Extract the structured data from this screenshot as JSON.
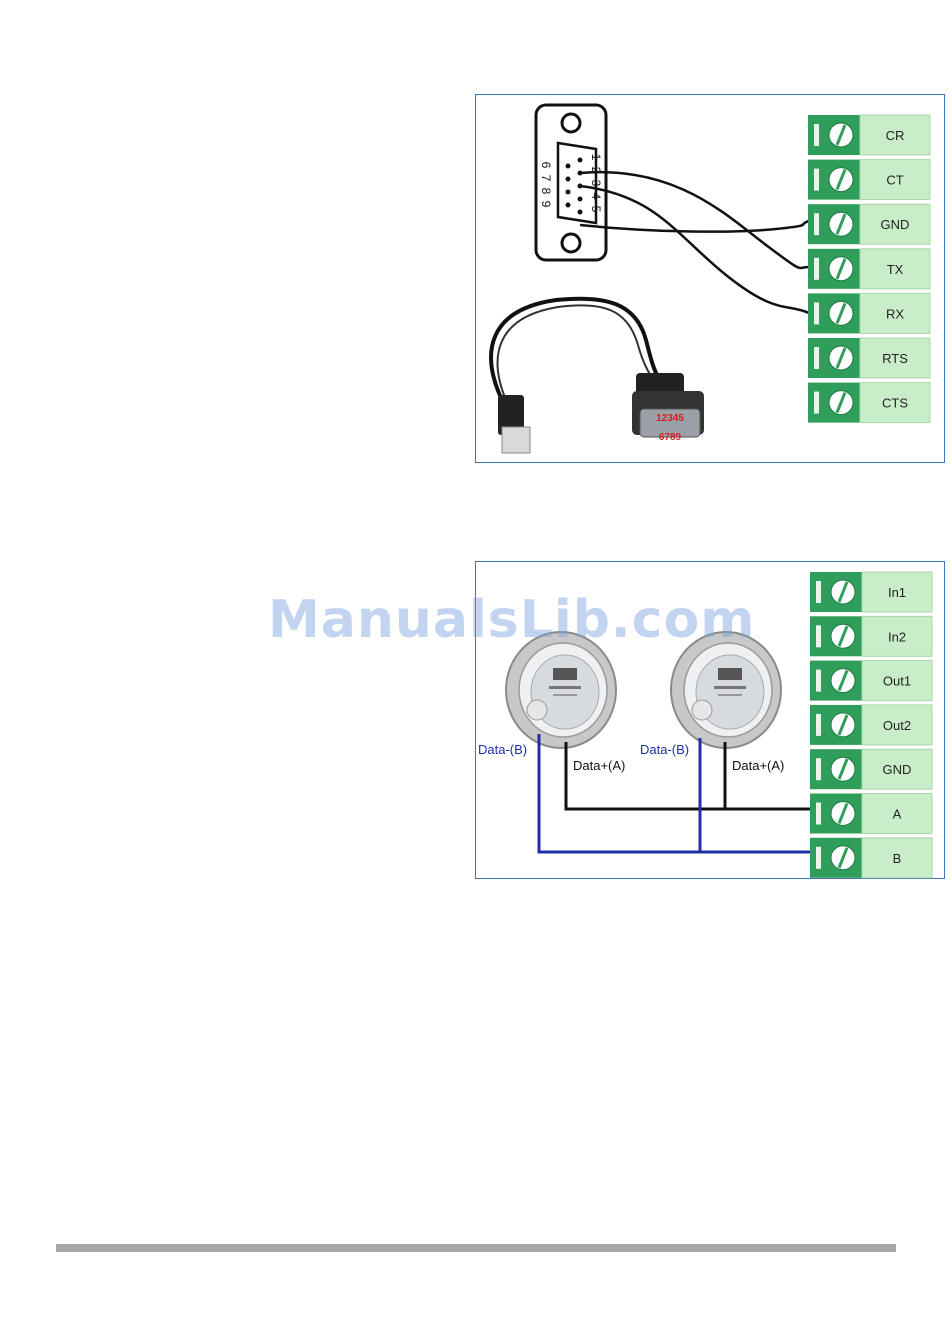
{
  "serial_diagram": {
    "terminals": [
      "CR",
      "CT",
      "GND",
      "TX",
      "RX",
      "RTS",
      "CTS"
    ],
    "db9_pins_top": [
      "1",
      "2",
      "3",
      "4",
      "5"
    ],
    "db9_pins_bottom": [
      "6",
      "7",
      "8",
      "9"
    ],
    "adapter_pins_top": "12345",
    "adapter_pins_bottom": "6789"
  },
  "rs485_diagram": {
    "terminals": [
      "In1",
      "In2",
      "Out1",
      "Out2",
      "GND",
      "A",
      "B"
    ],
    "meters": [
      {
        "minus_label": "Data-(B)",
        "plus_label": "Data+(A)"
      },
      {
        "minus_label": "Data-(B)",
        "plus_label": "Data+(A)"
      }
    ]
  },
  "watermark": "ManualsLib.com",
  "colors": {
    "terminal_green": "#2f9e5a",
    "label_green": "#c9ecc9",
    "border_blue": "#3b73b9",
    "wire_blue": "#1f2fa8",
    "wire_black": "#111111",
    "pin_red": "#d22020"
  }
}
